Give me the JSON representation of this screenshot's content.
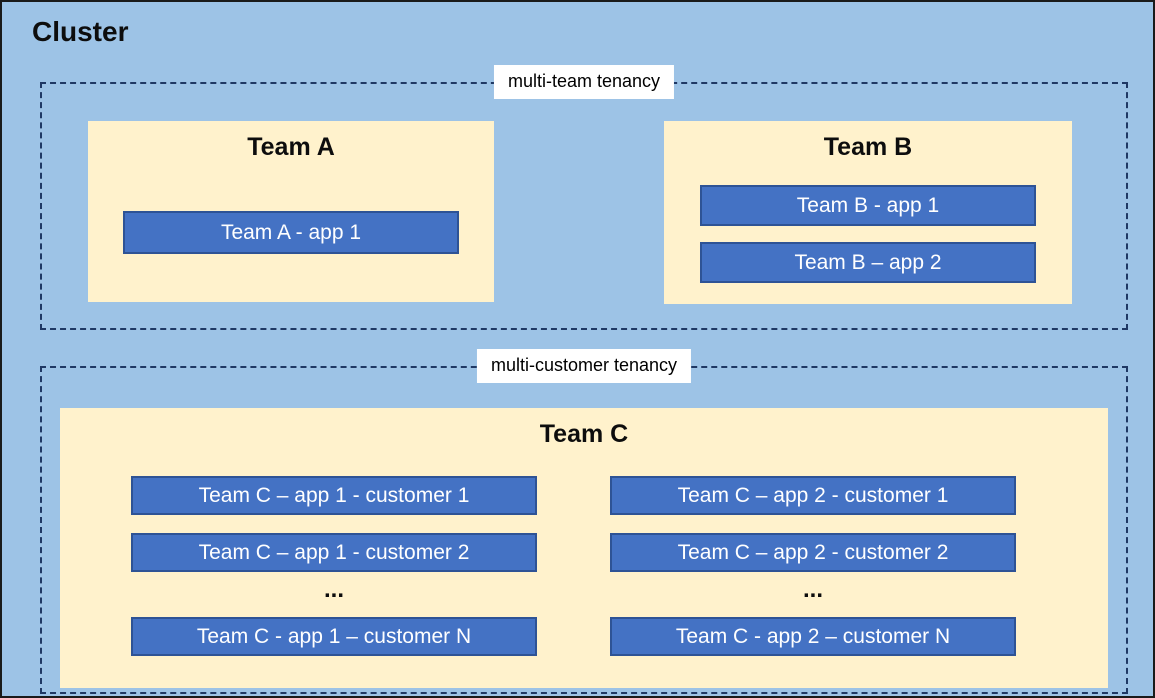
{
  "diagram": {
    "title": "Cluster",
    "sections": [
      {
        "label": "multi-team tenancy",
        "teams": [
          {
            "name": "Team A",
            "apps": [
              "Team A - app 1"
            ]
          },
          {
            "name": "Team B",
            "apps": [
              "Team B - app 1",
              "Team B – app 2"
            ]
          }
        ]
      },
      {
        "label": "multi-customer tenancy",
        "team": {
          "name": "Team C",
          "columns": [
            {
              "rows": [
                "Team C – app 1 - customer 1",
                "Team C – app 1 - customer 2"
              ],
              "ellipsis": "...",
              "last_row": "Team C - app 1 – customer N"
            },
            {
              "rows": [
                "Team C – app 2 - customer 1",
                "Team C – app 2 - customer 2"
              ],
              "ellipsis": "...",
              "last_row": "Team C - app 2 – customer N"
            }
          ]
        }
      }
    ],
    "colors": {
      "canvas_bg": "#9DC3E6",
      "team_box_bg": "#FFF2CC",
      "app_box_bg": "#4472C4",
      "app_box_border": "#2E5395",
      "dashed_border": "#1F3864",
      "app_text": "#FFFFFF",
      "section_label_bg": "#FFFFFF",
      "title_text": "#0D0D0D"
    }
  }
}
